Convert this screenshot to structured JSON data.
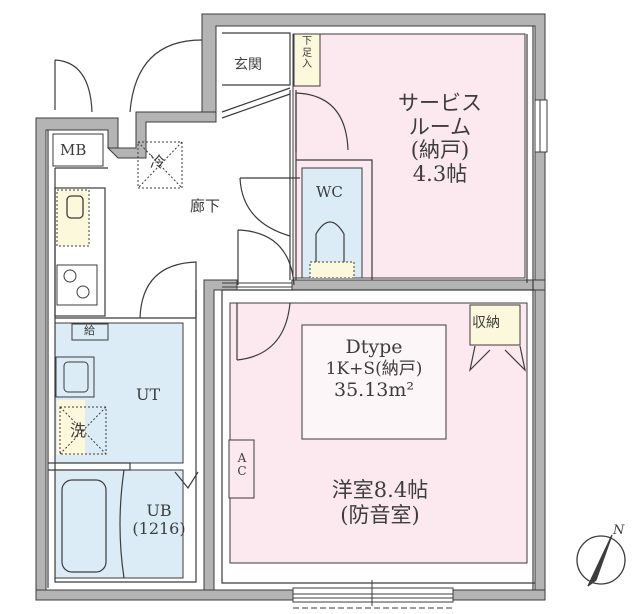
{
  "plan": {
    "type_label": "Dtype",
    "layout_label": "1K+S(納戸)",
    "area_label": "35.13m²",
    "colors": {
      "wall": "#b4b4b4",
      "line": "#3c3c3c",
      "room_pink": "#fbe9ef",
      "wet_blue": "#dcecf7",
      "storage_yellow": "#fbf8dc"
    }
  },
  "rooms": {
    "service_room": {
      "line1": "サービス",
      "line2": "ルーム",
      "line3": "(納戸)",
      "line4": "4.3帖"
    },
    "western_room": {
      "line1": "洋室8.4帖",
      "line2": "(防音室)"
    },
    "entrance": "玄関",
    "shoe_box": {
      "c1": "下",
      "c2": "足",
      "c3": "入"
    },
    "hallway": "廊下",
    "wc": "WC",
    "utility": "UT",
    "unit_bath": {
      "line1": "UB",
      "line2": "(1216)"
    },
    "meter_box": "MB",
    "fridge": "冷",
    "washer": "洗",
    "water_heater": "給",
    "closet": "収納",
    "aircon": {
      "c1": "A",
      "c2": "C"
    }
  },
  "compass": {
    "label": "N"
  }
}
